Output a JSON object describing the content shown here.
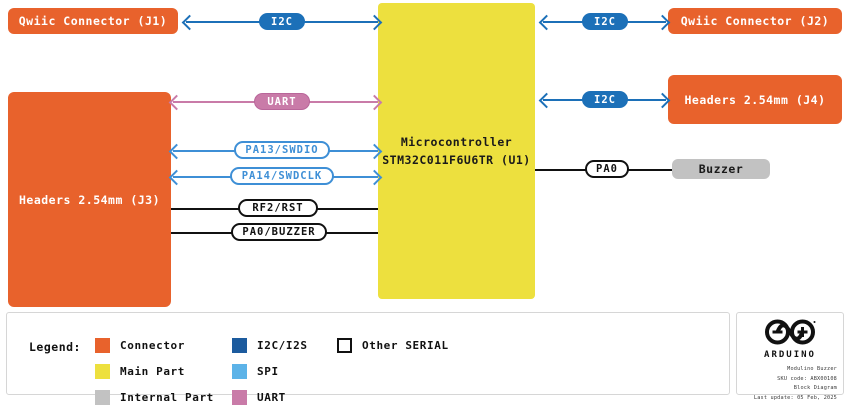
{
  "diagram": {
    "blocks": {
      "j1": {
        "label": "Qwiic Connector (J1)",
        "type": "connector"
      },
      "j2": {
        "label": "Qwiic Connector (J2)",
        "type": "connector"
      },
      "j3": {
        "label": "Headers 2.54mm (J3)",
        "type": "connector"
      },
      "j4": {
        "label": "Headers 2.54mm (J4)",
        "type": "connector"
      },
      "mcu": {
        "line1": "Microcontroller",
        "line2": "STM32C011F6U6TR (U1)",
        "type": "main-part"
      },
      "buzzer": {
        "label": "Buzzer",
        "type": "internal-part"
      }
    },
    "signals": {
      "i2c_j1": {
        "label": "I2C",
        "bus": "i2c"
      },
      "i2c_j2": {
        "label": "I2C",
        "bus": "i2c"
      },
      "i2c_j4": {
        "label": "I2C",
        "bus": "i2c"
      },
      "uart_j3": {
        "label": "UART",
        "bus": "uart"
      },
      "swdio": {
        "label": "PA13/SWDIO",
        "bus": "spi"
      },
      "swdclk": {
        "label": "PA14/SWDCLK",
        "bus": "spi"
      },
      "rst": {
        "label": "RF2/RST",
        "bus": "other"
      },
      "pa0_buz": {
        "label": "PA0/BUZZER",
        "bus": "other"
      },
      "pa0": {
        "label": "PA0",
        "bus": "other"
      }
    }
  },
  "legend": {
    "title": "Legend:",
    "items": [
      {
        "label": "Connector",
        "color": "#E8622C",
        "style": "fill"
      },
      {
        "label": "Main Part",
        "color": "#EDE03E",
        "style": "fill"
      },
      {
        "label": "Internal Part",
        "color": "#C2C2C2",
        "style": "fill"
      },
      {
        "label": "I2C/I2S",
        "color": "#1C5B9E",
        "style": "fill"
      },
      {
        "label": "SPI",
        "color": "#5CB3E8",
        "style": "fill"
      },
      {
        "label": "UART",
        "color": "#C97BA8",
        "style": "fill"
      },
      {
        "label": "Other SERIAL",
        "color": "#111111",
        "style": "outline"
      }
    ]
  },
  "title_block": {
    "brand": "ARDUINO",
    "product": "Modulino Buzzer",
    "sku": "SKU code: ABX00108",
    "doc_type": "Block Diagram",
    "last_update": "Last update: 05 Feb, 2025"
  }
}
